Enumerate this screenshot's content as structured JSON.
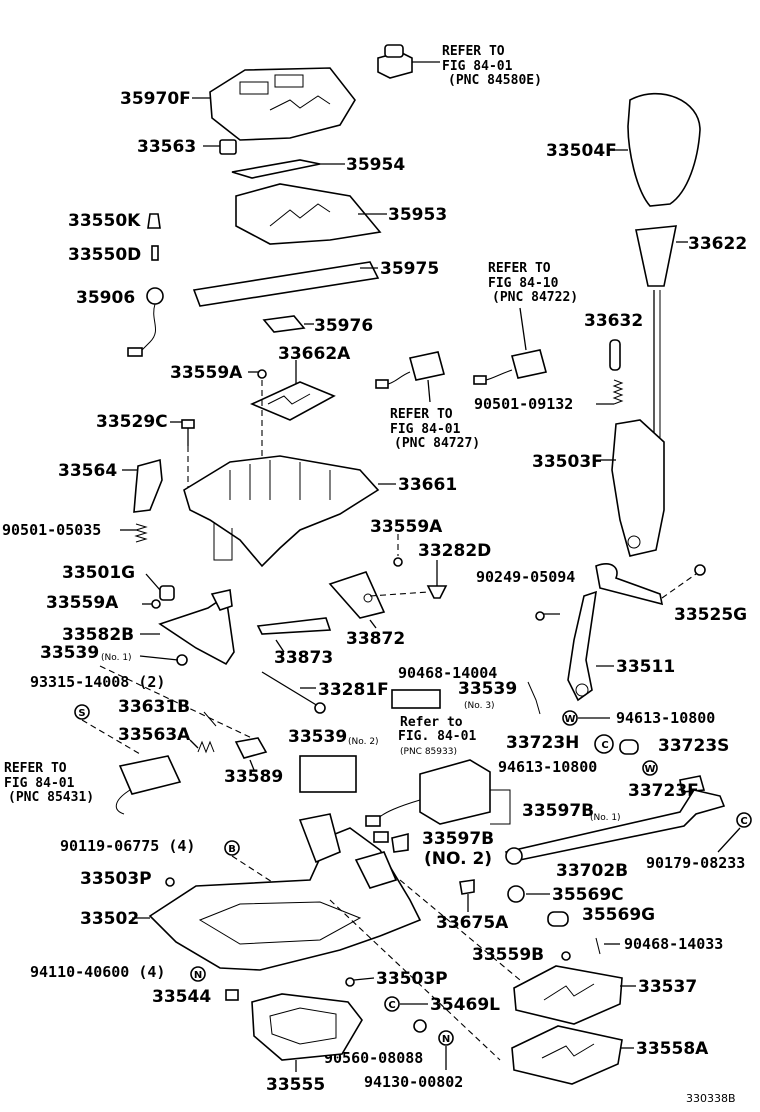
{
  "refer_blocks": {
    "top": {
      "line1": "REFER TO",
      "line2": "FIG 84-01",
      "line3": "(PNC 84580E)"
    },
    "mid_right": {
      "line1": "REFER TO",
      "line2": "FIG 84-10",
      "line3": "(PNC 84722)"
    },
    "mid": {
      "line1": "REFER TO",
      "line2": "FIG 84-01",
      "line3": "(PNC 84727)"
    },
    "left": {
      "line1": "REFER TO",
      "line2": "FIG 84-01",
      "line3": "(PNC 85431)"
    },
    "lower": {
      "line1": "Refer to",
      "line2": "FIG. 84-01",
      "line3": "(PNC 85933)"
    }
  },
  "labels": {
    "p35970F": "35970F",
    "p33563": "33563",
    "p35954": "35954",
    "p35953": "35953",
    "p33550K": "33550K",
    "p33550D": "33550D",
    "p35975": "35975",
    "p35906": "35906",
    "p35976": "35976",
    "p33504F": "33504F",
    "p33622": "33622",
    "p33632": "33632",
    "p90501_09132": "90501-09132",
    "p33503F": "33503F",
    "p33559A_1": "33559A",
    "p33662A": "33662A",
    "p33529C": "33529C",
    "p33564": "33564",
    "p33661": "33661",
    "p90501_05035": "90501-05035",
    "p33559A_2": "33559A",
    "p33282D": "33282D",
    "p33501G": "33501G",
    "p33559A_3": "33559A",
    "p33582B": "33582B",
    "p33539_1": "33539",
    "p33539_1_note": "(No. 1)",
    "p33873": "33873",
    "p33872": "33872",
    "p90249_05094": "90249-05094",
    "p33525G": "33525G",
    "p33511": "33511",
    "p93315": "93315-14008 (2)",
    "p33281F": "33281F",
    "p90468_14004": "90468-14004",
    "p33539_3": "33539",
    "p33539_3_note": "(No. 3)",
    "p33631B": "33631B",
    "p33563A": "33563A",
    "p33589": "33589",
    "p33539_2": "33539",
    "p33539_2_note": "(No. 2)",
    "p94613_1": "94613-10800",
    "p33723H": "33723H",
    "p33723S": "33723S",
    "p94613_2": "94613-10800",
    "p33723F": "33723F",
    "p33597B_1": "33597B",
    "p33597B_1_note": "(No. 1)",
    "p33597B_2": "33597B",
    "p33597B_2_note": "(NO. 2)",
    "p90119": "90119-06775 (4)",
    "p33503P_1": "33503P",
    "p33702B": "33702B",
    "p90179": "90179-08233",
    "p35569C": "35569C",
    "p33502": "33502",
    "p33675A": "33675A",
    "p35569G": "35569G",
    "p33559B": "33559B",
    "p90468_14033": "90468-14033",
    "p94110": "94110-40600 (4)",
    "p33503P_2": "33503P",
    "p33537": "33537",
    "p33544": "33544",
    "p35469L": "35469L",
    "p90560": "90560-08088",
    "p33558A": "33558A",
    "p33555": "33555",
    "p94130": "94130-00802",
    "figure_id": "330338B"
  },
  "symbols": {
    "s": "S",
    "w": "W",
    "b": "B",
    "n": "N",
    "c": "C"
  }
}
